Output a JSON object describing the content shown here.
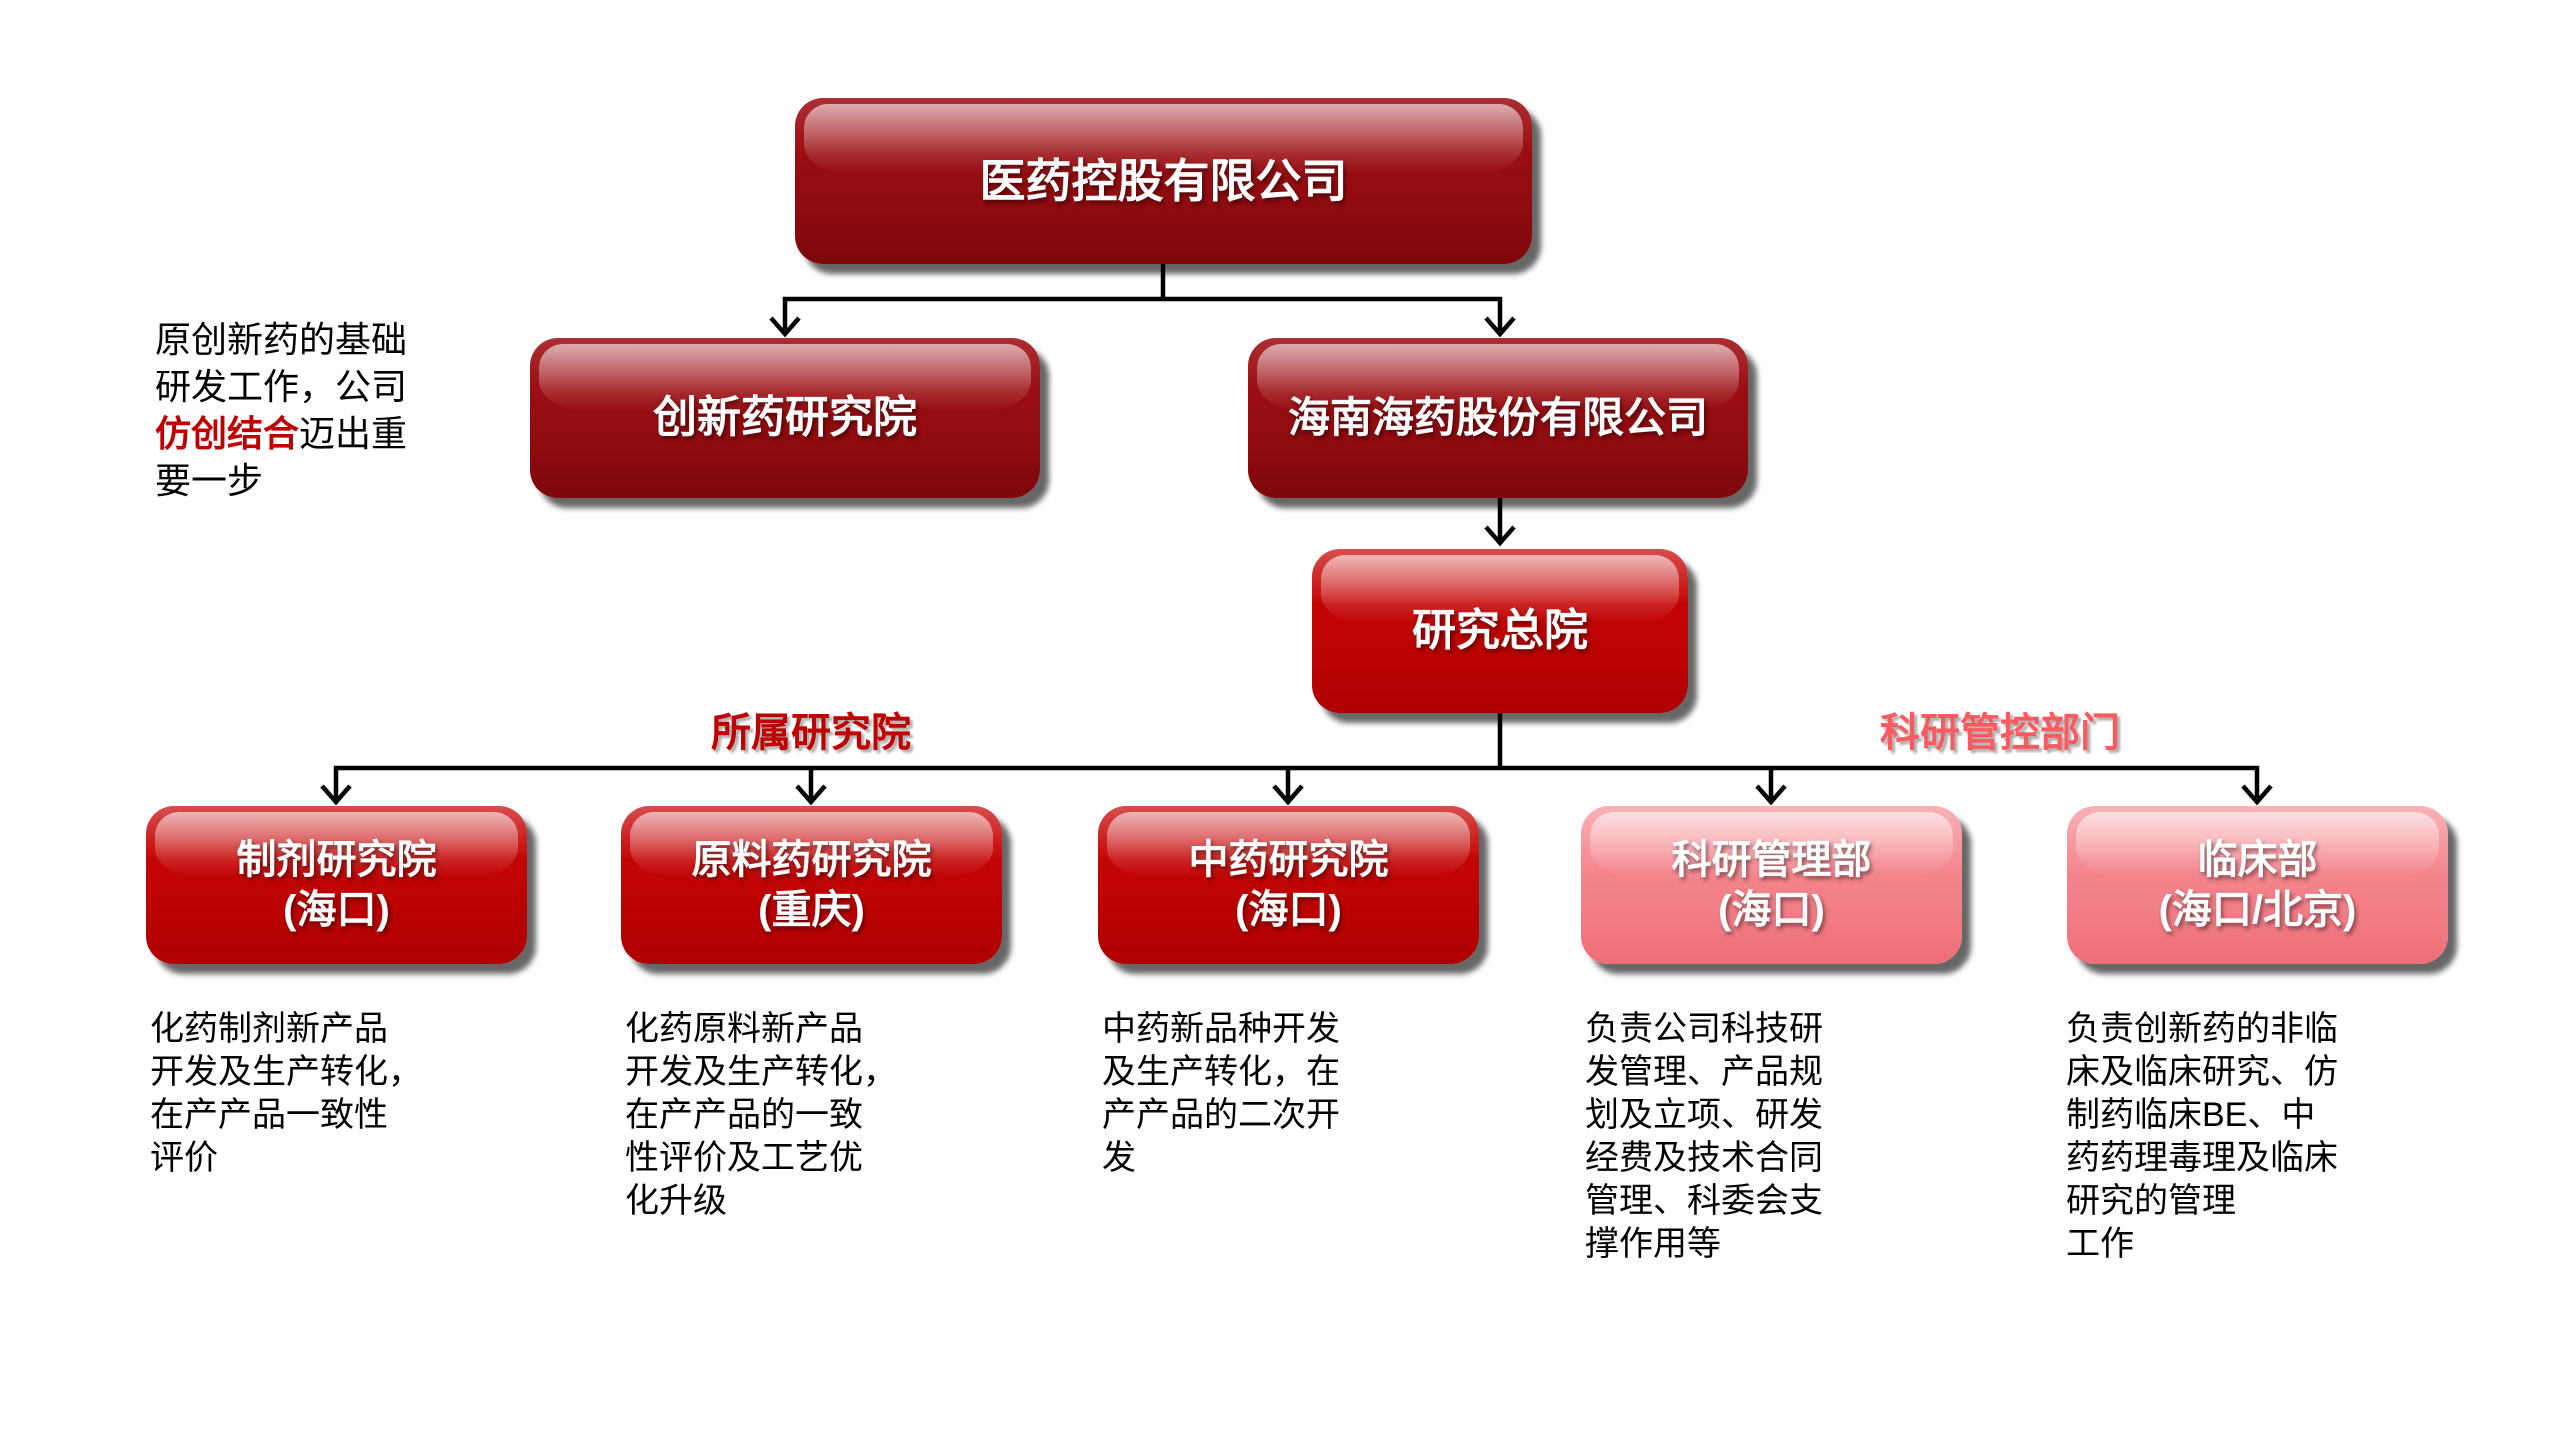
{
  "page": {
    "background": "#FFFFFF"
  },
  "note": {
    "prefix": "原创新药的基础\n研发工作，公司\n",
    "highlight": "仿创结合",
    "suffix": "迈出重\n要一步"
  },
  "nodes": {
    "root": {
      "label": "医药控股有限公司"
    },
    "innovation": {
      "label": "创新药研究院"
    },
    "hainan": {
      "label": "海南海药股份有限公司"
    },
    "research_hq": {
      "label": "研究总院"
    }
  },
  "branch_labels": {
    "left": "所属研究院",
    "right": "科研管控部门"
  },
  "departments": [
    {
      "title": "制剂研究院\n(海口)",
      "style": "red",
      "desc": "化药制剂新产品\n开发及生产转化，\n在产产品一致性\n评价"
    },
    {
      "title": "原料药研究院\n(重庆)",
      "style": "red",
      "desc": "化药原料新产品\n开发及生产转化，\n在产产品的一致\n性评价及工艺优\n化升级"
    },
    {
      "title": "中药研究院\n(海口)",
      "style": "red",
      "desc": "中药新品种开发\n及生产转化，在\n产产品的二次开\n发"
    },
    {
      "title": "科研管理部\n(海口)",
      "style": "pink",
      "desc": "负责公司科技研\n发管理、产品规\n划及立项、研发\n经费及技术合同\n管理、科委会支\n撑作用等"
    },
    {
      "title": "临床部\n(海口/北京)",
      "style": "pink",
      "desc": "负责创新药的非临\n床及临床研究、仿\n制药临床BE、中\n药药理毒理及临床\n研究的管理\n工作"
    }
  ],
  "colors": {
    "dark_red": "#9B0E12",
    "dark_red_top": "#AB2F33",
    "dark_red_deep": "#7D080B",
    "bright_red": "#C40404",
    "bright_red_top": "#D94D4D",
    "bright_red_deep": "#AE0000",
    "pink": "#F5858D",
    "pink_top": "#F9B2B7",
    "pink_deep": "#EE6D77",
    "label_red": "#C00000",
    "label_pink": "#F95B60",
    "highlight_red": "#C00000",
    "line_black": "#000000",
    "text_white": "#FFFFFF",
    "text_black": "#000000"
  }
}
